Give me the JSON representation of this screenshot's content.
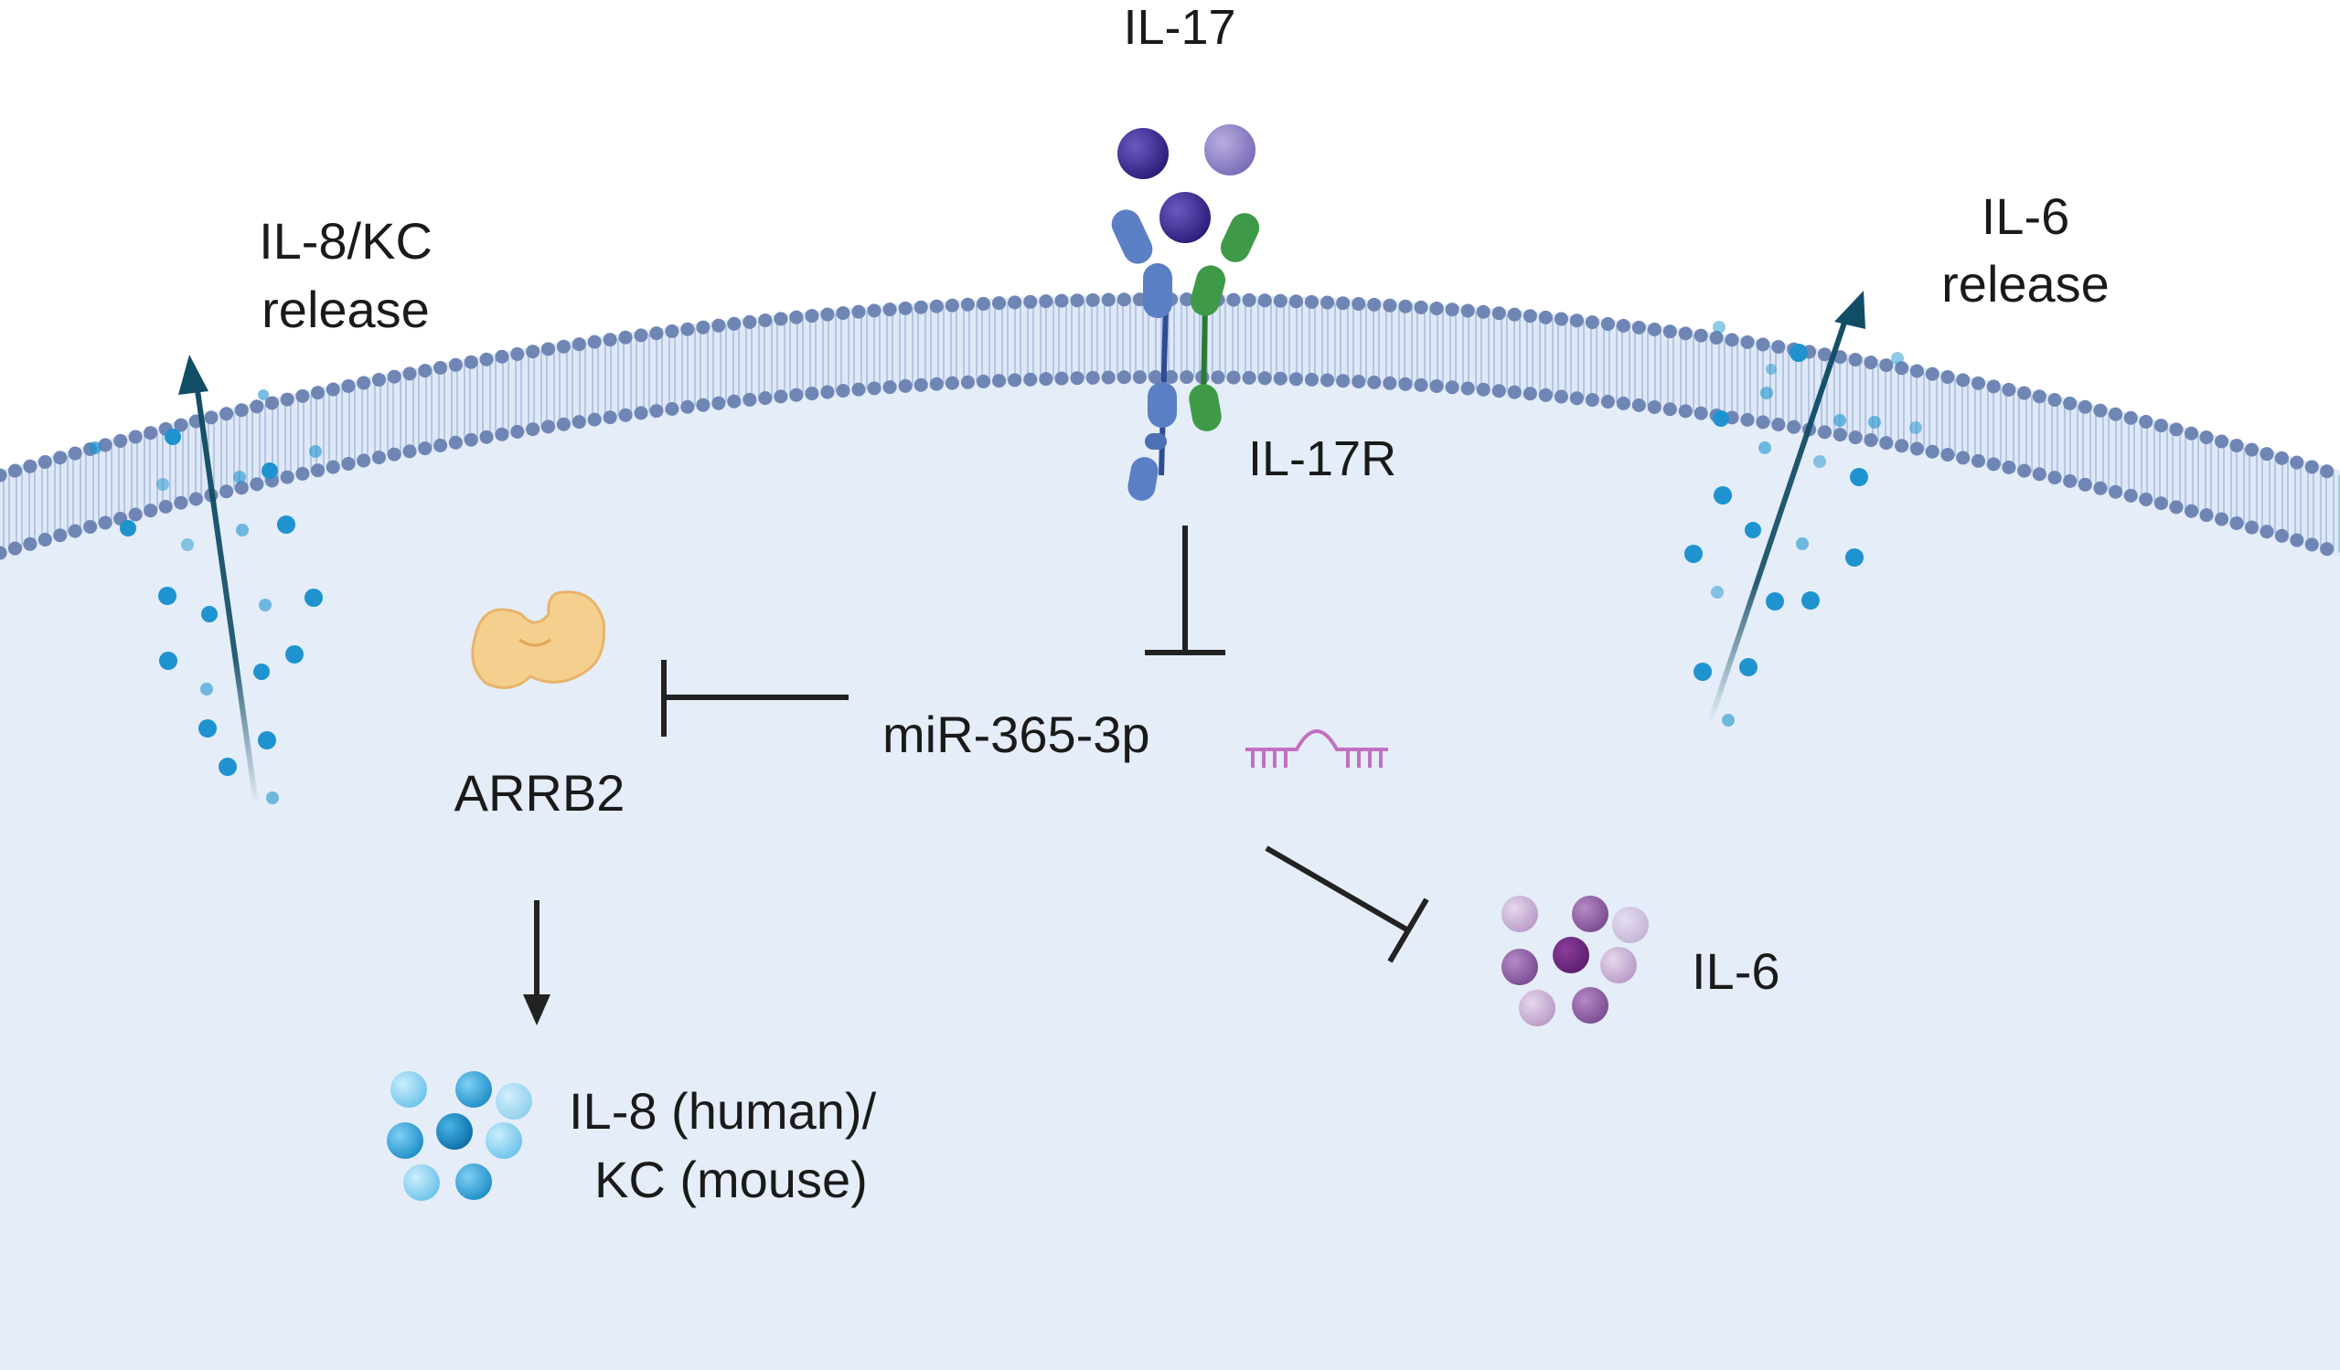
{
  "labels": {
    "il17": "IL-17",
    "il17r": "IL-17R",
    "il8_release_line1": "IL-8/KC",
    "il8_release_line2": "release",
    "il6_release_line1": "IL-6",
    "il6_release_line2": "release",
    "arrb2": "ARRB2",
    "mir": "miR-365-3p",
    "il6": "IL-6",
    "il8_line1": "IL-8 (human)/",
    "il8_line2": "KC (mouse)"
  },
  "colors": {
    "cytoplasm": "#e4edf8",
    "membrane_head": "#6f86b5",
    "membrane_tail": "#aabfe0",
    "receptor_blue": "#5b7fc4",
    "receptor_green": "#3f9a48",
    "ligand_dark": "#3b2a8c",
    "ligand_light": "#8a7cc2",
    "release_arrow": "#124d66",
    "dot_blue": "#1f93cf",
    "arrb2": "#f5cf8e",
    "mirna": "#c36fc0",
    "il6_purple": "#7a3b8c",
    "inhibit": "#222222"
  }
}
